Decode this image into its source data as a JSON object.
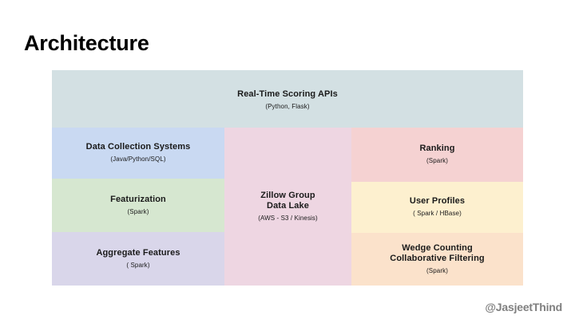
{
  "slide": {
    "title": "Architecture",
    "watermark": "@JasjeetThind",
    "background_color": "#ffffff"
  },
  "diagram": {
    "type": "block-layout",
    "cells": [
      {
        "name": "real-time-scoring-apis",
        "title": "Real-Time Scoring APIs",
        "subtitle": "(Python, Flask)",
        "color": "#d3e0e3",
        "column": "full",
        "row": 0
      },
      {
        "name": "data-collection-systems",
        "title": "Data Collection Systems",
        "subtitle": "(Java/Python/SQL)",
        "color": "#c9d9f2",
        "column": "left",
        "row": 1
      },
      {
        "name": "featurization",
        "title": "Featurization",
        "subtitle": "(Spark)",
        "color": "#d6e7d0",
        "column": "left",
        "row": 2
      },
      {
        "name": "aggregate-features",
        "title": "Aggregate Features",
        "subtitle": "( Spark)",
        "color": "#d9d6ea",
        "column": "left",
        "row": 3
      },
      {
        "name": "zillow-group-data-lake",
        "title": "Zillow Group\nData Lake",
        "subtitle": "(AWS - S3 / Kinesis)",
        "color": "#eed6e2",
        "column": "center",
        "row": "1-3"
      },
      {
        "name": "ranking",
        "title": "Ranking",
        "subtitle": "(Spark)",
        "color": "#f5d2d2",
        "column": "right",
        "row": 1
      },
      {
        "name": "user-profiles",
        "title": "User Profiles",
        "subtitle": "( Spark / HBase)",
        "color": "#fdf0cf",
        "column": "right",
        "row": 2
      },
      {
        "name": "wedge-counting-collaborative-filtering",
        "title": "Wedge Counting\nCollaborative Filtering",
        "subtitle": "(Spark)",
        "color": "#fbe2cb",
        "column": "right",
        "row": 3
      }
    ]
  }
}
